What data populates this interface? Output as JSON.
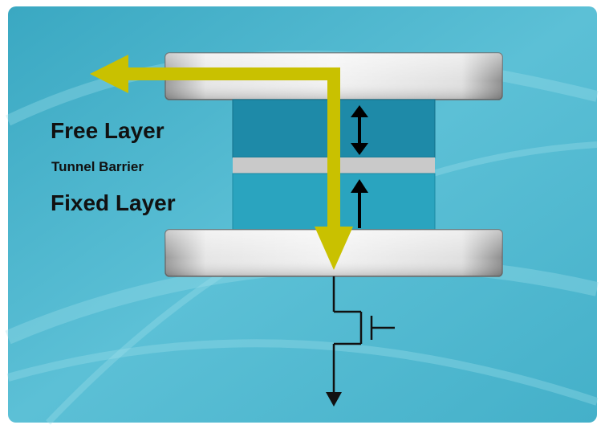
{
  "labels": {
    "free_layer": "Free Layer",
    "tunnel_barrier": "Tunnel Barrier",
    "fixed_layer": "Fixed Layer"
  },
  "colors": {
    "background": "#45b1c9",
    "background_light": "#7fd0e0",
    "free_layer": "#1e8aa8",
    "fixed_layer": "#2aa4bf",
    "tunnel_barrier": "#c9c9c9",
    "electrode": "#e2e2e2",
    "current_arrow": "#c9c100",
    "magnetization_arrow": "#000000"
  }
}
